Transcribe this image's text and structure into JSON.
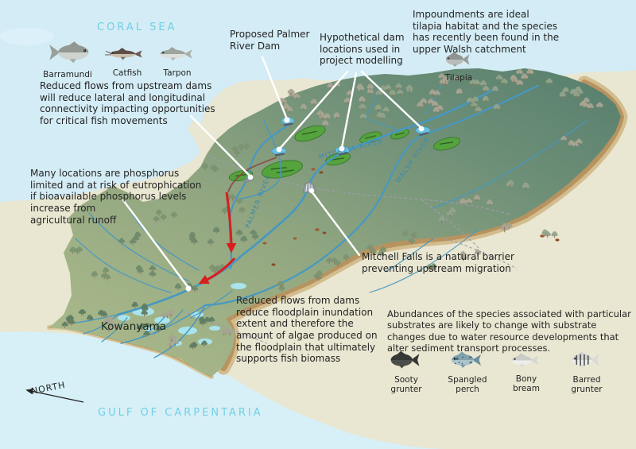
{
  "map": {
    "sea_labels": {
      "coral_sea": "CORAL SEA",
      "gulf": "GULF OF CARPENTARIA"
    },
    "place_labels": {
      "town": "Kowanyama",
      "north": "NORTH"
    },
    "river_labels": {
      "palmer": "PALMER RIVER",
      "mitchell": "MITCHELL RIVER",
      "walsh": "WALSH RIVER"
    }
  },
  "annotations": {
    "connectivity": "Reduced flows from upstream dams\nwill reduce lateral and longitudinal\nconnectivity impacting opportunities\nfor critical fish movements",
    "palmer_dam": "Proposed Palmer\nRiver Dam",
    "hypothetical_dams": "Hypothetical dam\nlocations used in\nproject modelling",
    "tilapia_note": "Impoundments are ideal\ntilapia habitat and the species\nhas recently been found in the\nupper Walsh catchment",
    "phosphorus": "Many locations are phosphorus\nlimited and at risk of eutrophication\nif bioavailable phosphorus levels\nincrease from\nagricultural runoff",
    "mitchell_falls": "Mitchell Falls is a natural barrier\npreventing upstream migration",
    "floodplain": "Reduced flows from dams\nreduce floodplain inundation\nextent and therefore the\namount of algae produced on\nthe floodplain that ultimately\nsupports fish biomass",
    "substrates": "Abundances of the species associated with particular\nsubstrates are likely to change with substrate\nchanges due to water resource developments that\nalter sediment transport processes."
  },
  "fish": {
    "top": [
      {
        "name": "Barramundi"
      },
      {
        "name": "Catfish"
      },
      {
        "name": "Tarpon"
      }
    ],
    "tilapia": {
      "name": "Tilapia"
    },
    "bottom": [
      {
        "name": "Sooty grunter"
      },
      {
        "name": "Spangled perch"
      },
      {
        "name": "Bony bream"
      },
      {
        "name": "Barred grunter"
      }
    ]
  },
  "colors": {
    "sea": "#d4ecf5",
    "land": "#e9e6d1",
    "sea_label": "#72cfe6",
    "river": "#4698c2",
    "wetland": "#a8e4ec",
    "crop_field": "#55a33c",
    "escarpment": "#b79360",
    "flow_warning_red": "#d81e1e",
    "leader_line": "#ffffff"
  }
}
